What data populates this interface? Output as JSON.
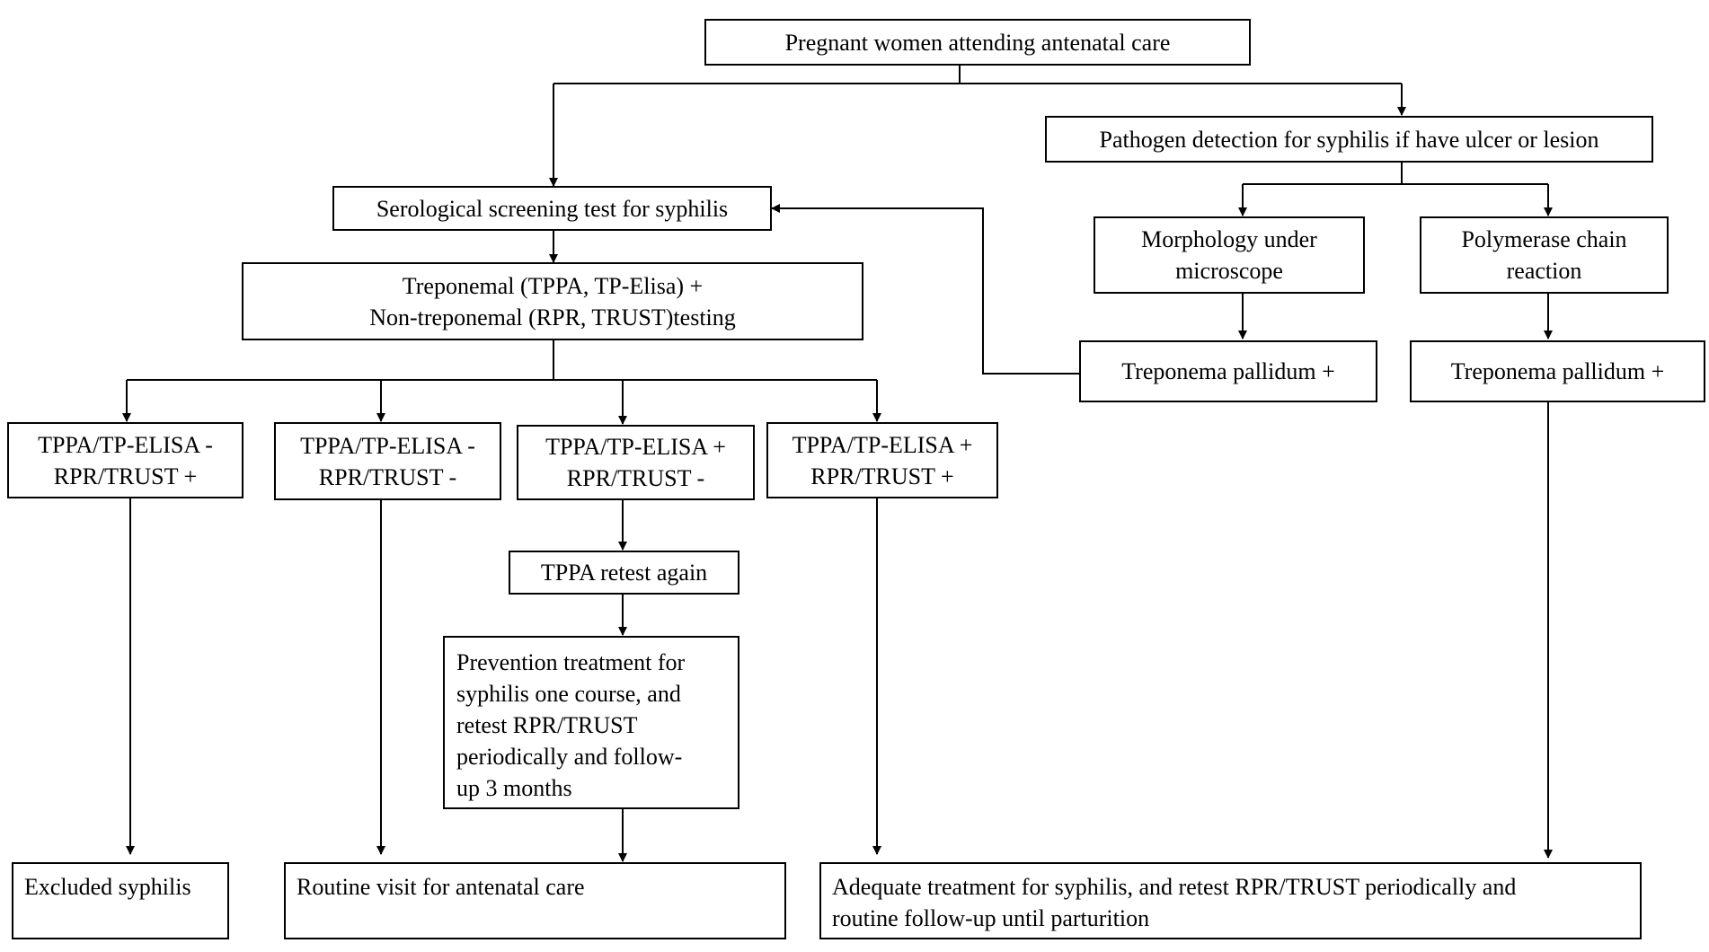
{
  "nodes": {
    "pregnant": [
      "Pregnant women attending antenatal care"
    ],
    "pathogen": [
      "Pathogen detection for syphilis if have ulcer or lesion"
    ],
    "serological": [
      "Serological screening test for syphilis"
    ],
    "treponemal": [
      "Treponemal (TPPA, TP-Elisa) +",
      "Non-treponemal (RPR, TRUST)testing"
    ],
    "morphology": [
      "Morphology under",
      "microscope"
    ],
    "pcr": [
      "Polymerase chain",
      "reaction"
    ],
    "tp_pos_1": [
      "Treponema pallidum +"
    ],
    "tp_pos_2": [
      "Treponema pallidum +"
    ],
    "res_a": [
      "TPPA/TP-ELISA -",
      "RPR/TRUST +"
    ],
    "res_b": [
      "TPPA/TP-ELISA -",
      "RPR/TRUST -"
    ],
    "res_c": [
      "TPPA/TP-ELISA +",
      "RPR/TRUST -"
    ],
    "res_d": [
      "TPPA/TP-ELISA +",
      "RPR/TRUST +"
    ],
    "retest": [
      "TPPA retest again"
    ],
    "prevention": [
      "Prevention treatment for",
      "syphilis one course, and",
      "retest RPR/TRUST",
      "periodically and follow-",
      "up 3 months"
    ],
    "excluded": [
      "Excluded syphilis"
    ],
    "routine": [
      "Routine visit for antenatal care"
    ],
    "adequate": [
      "Adequate treatment for syphilis, and retest RPR/TRUST periodically  and",
      "routine follow-up until parturition"
    ]
  },
  "colors": {
    "line": "#000000",
    "box_border": "#000000",
    "background": "#ffffff"
  }
}
